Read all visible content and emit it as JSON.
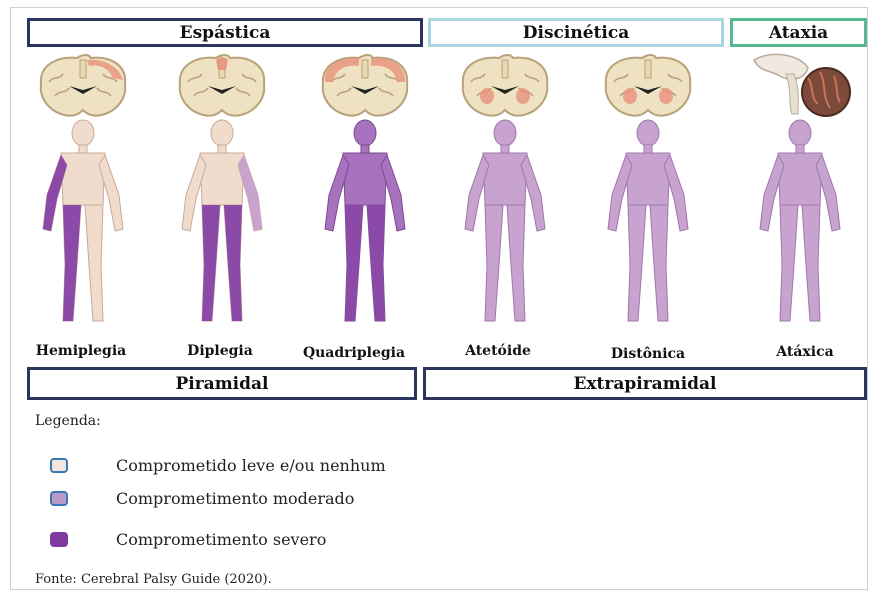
{
  "header": {
    "espastica": "Espástica",
    "discinetica": "Discinética",
    "ataxia": "Ataxia"
  },
  "types": [
    {
      "label": "Hemiplegia",
      "severity": [
        "severe-left"
      ]
    },
    {
      "label": "Diplegia",
      "severity": [
        "severe-legs"
      ]
    },
    {
      "label": "Quadriplegia",
      "severity": [
        "severe-all"
      ]
    },
    {
      "label": "Atetóide",
      "severity": [
        "moderate-all"
      ]
    },
    {
      "label": "Distônica",
      "severity": [
        "moderate-all"
      ]
    },
    {
      "label": "Atáxica",
      "severity": [
        "moderate-all"
      ]
    }
  ],
  "groups": {
    "piramidal": "Piramidal",
    "extrapiramidal": "Extrapiramidal"
  },
  "legend": {
    "title": "Legenda:",
    "items": [
      {
        "label": "Comprometido leve e/ou nenhum",
        "color": "#f3e6dc",
        "border": "#3a78b5"
      },
      {
        "label": "Comprometimento moderado",
        "color": "#b99ac9",
        "border": "#3a78b5"
      },
      {
        "label": "Comprometimento severo",
        "color": "#7e3aa0",
        "border": "#7e3aa0"
      }
    ]
  },
  "source": "Fonte: Cerebral Palsy Guide (2020).",
  "colors": {
    "skin": "#f0dccd",
    "moderate": "#c9a3cf",
    "severe": "#8c4aa8",
    "espastica_border": "#2a3560",
    "discinetica_border": "#a8d6e0",
    "ataxia_border": "#56b98f",
    "group_border": "#2a3560"
  }
}
